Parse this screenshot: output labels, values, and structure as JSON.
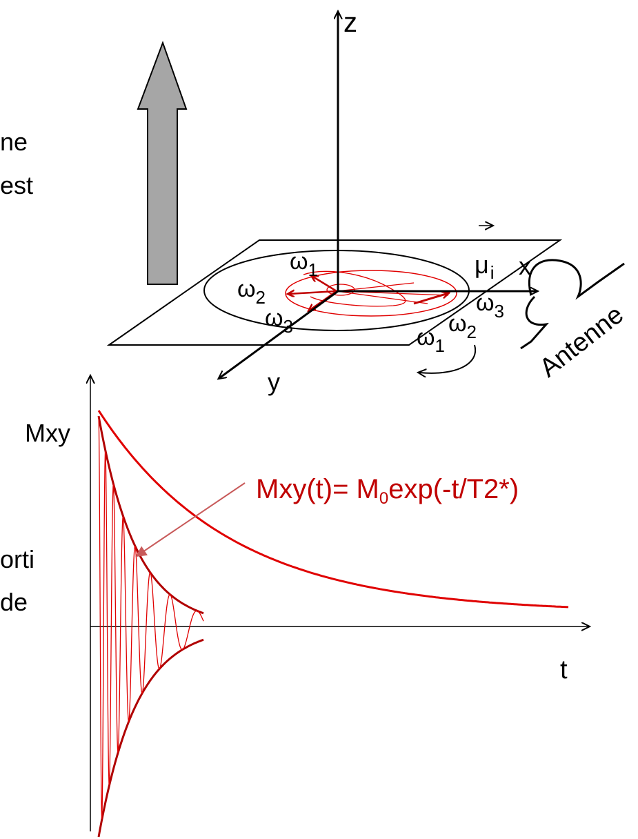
{
  "labels": {
    "axis_z": "z",
    "axis_x": "x",
    "axis_y": "y",
    "axis_t": "t",
    "mxy": "Mxy",
    "mu_base": "μ",
    "mu_sub": "i",
    "antenna": "Antenne",
    "left_fragments": [
      "ne",
      "est",
      "orti",
      "de"
    ],
    "omega": "ω",
    "formula_prefix": "Mxy(t)= M",
    "formula_sub": "0",
    "formula_suffix": "exp(-t/T2*)"
  },
  "omega_labels": [
    {
      "sub": "1"
    },
    {
      "sub": "2"
    },
    {
      "sub": "3"
    },
    {
      "sub": "1"
    },
    {
      "sub": "2"
    },
    {
      "sub": "3"
    }
  ],
  "colors": {
    "curve_red": "#e00000",
    "dark_red": "#b00000",
    "formula_red": "#c00000",
    "pointer": "#c85a5a",
    "b0_arrow_fill": "#a6a6a6",
    "ink": "#000000"
  },
  "icons": {
    "b0_arrow": "large-up-arrow-icon",
    "antenna": "coil-antenna-icon",
    "precession": "curved-arrow-icon"
  }
}
